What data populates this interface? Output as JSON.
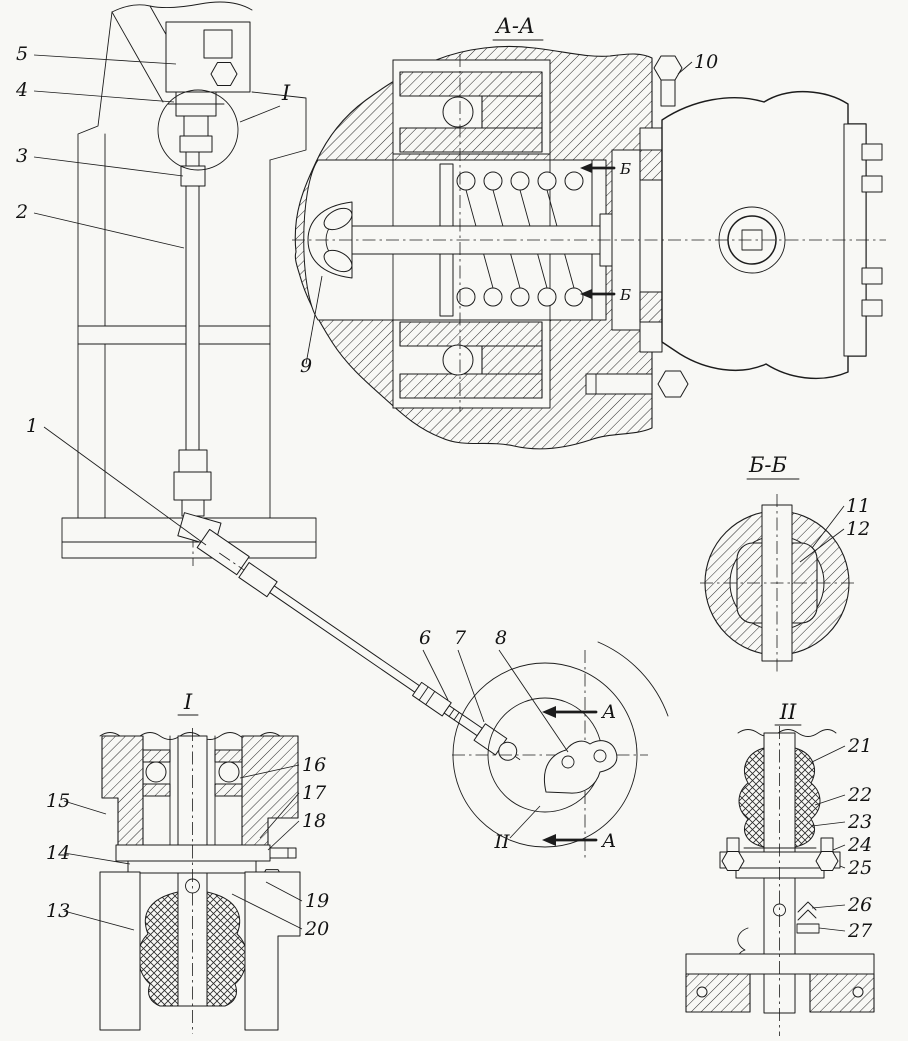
{
  "drawing": {
    "kind": "technical-section-drawing",
    "background_color": "#f8f8f5",
    "line_color": "#1c1c1c"
  },
  "labels": {
    "section_aa": "А-А",
    "section_bb": "Б-Б",
    "detail_i_title": "I",
    "detail_ii_title": "II",
    "detail_i_ref": "I",
    "detail_ii_ref": "II",
    "cut_a_upper": "А",
    "cut_a_lower": "А",
    "cut_b_upper": "Б",
    "cut_b_lower": "Б"
  },
  "callouts": {
    "c1": "1",
    "c2": "2",
    "c3": "3",
    "c4": "4",
    "c5": "5",
    "c6": "6",
    "c7": "7",
    "c8": "8",
    "c9": "9",
    "c10": "10",
    "c11": "11",
    "c12": "12",
    "c13": "13",
    "c14": "14",
    "c15": "15",
    "c16": "16",
    "c17": "17",
    "c18": "18",
    "c19": "19",
    "c20": "20",
    "c21": "21",
    "c22": "22",
    "c23": "23",
    "c24": "24",
    "c25": "25",
    "c26": "26",
    "c27": "27"
  }
}
